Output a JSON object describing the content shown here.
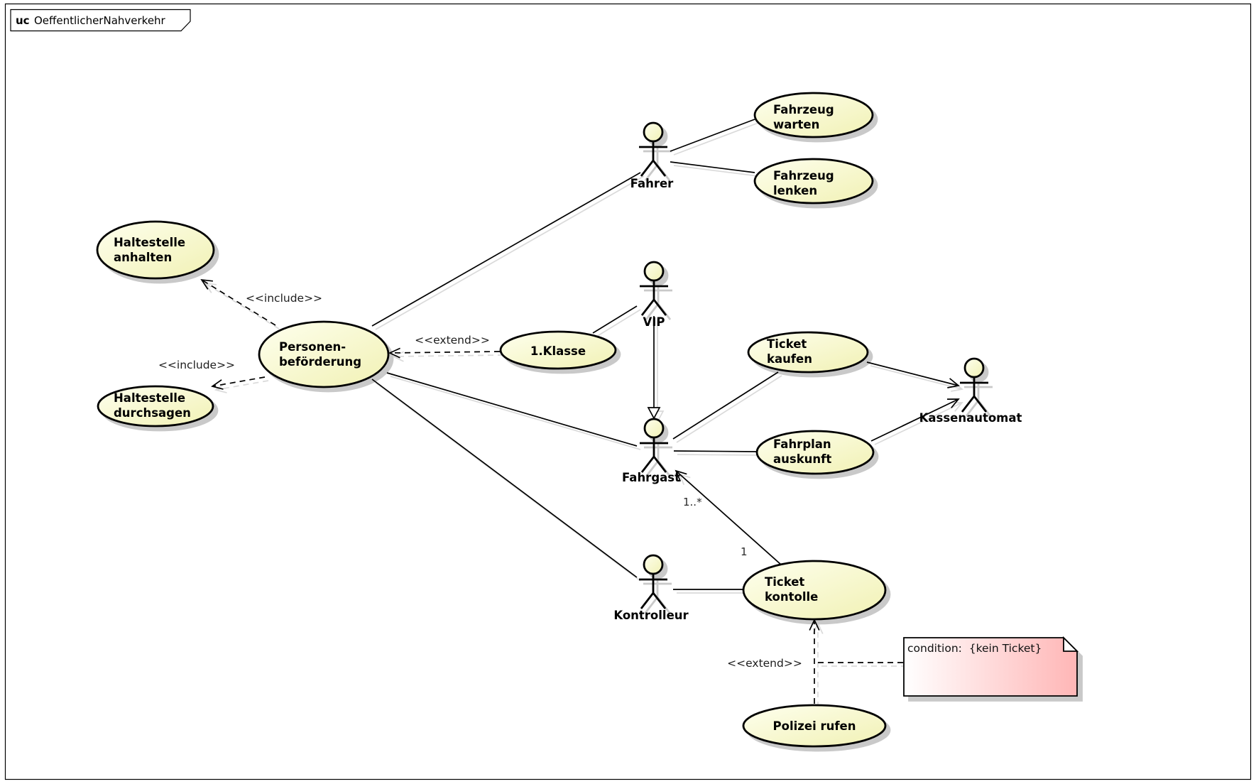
{
  "frame": {
    "keyword": "uc",
    "title": "OeffentlicherNahverkehr"
  },
  "actors": {
    "fahrer": {
      "label": "Fahrer"
    },
    "vip": {
      "label": "VIP"
    },
    "fahrgast": {
      "label": "Fahrgast"
    },
    "kassenautomat": {
      "label": "Kassenautomat"
    },
    "kontrolleur": {
      "label": "Kontrolleur"
    }
  },
  "usecases": {
    "fahrzeug_warten": {
      "line1": "Fahrzeug",
      "line2": "warten"
    },
    "fahrzeug_lenken": {
      "line1": "Fahrzeug",
      "line2": "lenken"
    },
    "haltestelle_anhalten": {
      "line1": "Haltestelle",
      "line2": "anhalten"
    },
    "personenbefoerderung": {
      "line1": "Personen-",
      "line2": "beförderung"
    },
    "haltestelle_durchsagen": {
      "line1": "Haltestelle",
      "line2": "durchsagen"
    },
    "erste_klasse": {
      "line1": "1.Klasse"
    },
    "ticket_kaufen": {
      "line1": "Ticket",
      "line2": "kaufen"
    },
    "fahrplan_auskunft": {
      "line1": "Fahrplan",
      "line2": "auskunft"
    },
    "ticket_kontolle": {
      "line1": "Ticket",
      "line2": "kontolle"
    },
    "polizei_rufen": {
      "line1": "Polizei rufen"
    }
  },
  "relations": {
    "include_anhalten": "<<include>>",
    "include_durchsagen": "<<include>>",
    "extend_erste_klasse": "<<extend>>",
    "extend_polizei": "<<extend>>",
    "mult_fahrgast_end": "1..*",
    "mult_kontrolle_end": "1"
  },
  "note": {
    "text": "condition:  {kein Ticket}"
  },
  "colors": {
    "usecase_fill_start": "#feffee",
    "usecase_fill_end": "#f1f1b4",
    "note_fill_start": "#ffffff",
    "note_fill_end": "#ffb6b6",
    "shape_shadow": "#c9c9c9",
    "edge_shadow": "#dadada",
    "stroke": "#000000"
  }
}
